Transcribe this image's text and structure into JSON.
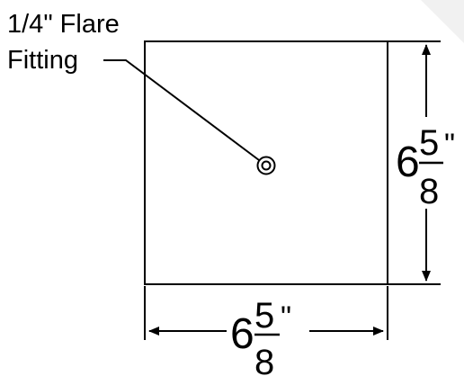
{
  "callout": {
    "line1": "1/4\" Flare",
    "line2": "Fitting"
  },
  "dimensions": {
    "width": {
      "whole": "6",
      "numerator": "5",
      "denominator": "8",
      "unit": "\""
    },
    "height": {
      "whole": "6",
      "numerator": "5",
      "denominator": "8",
      "unit": "\""
    }
  },
  "colors": {
    "line": "#000000",
    "background": "#ffffff"
  }
}
